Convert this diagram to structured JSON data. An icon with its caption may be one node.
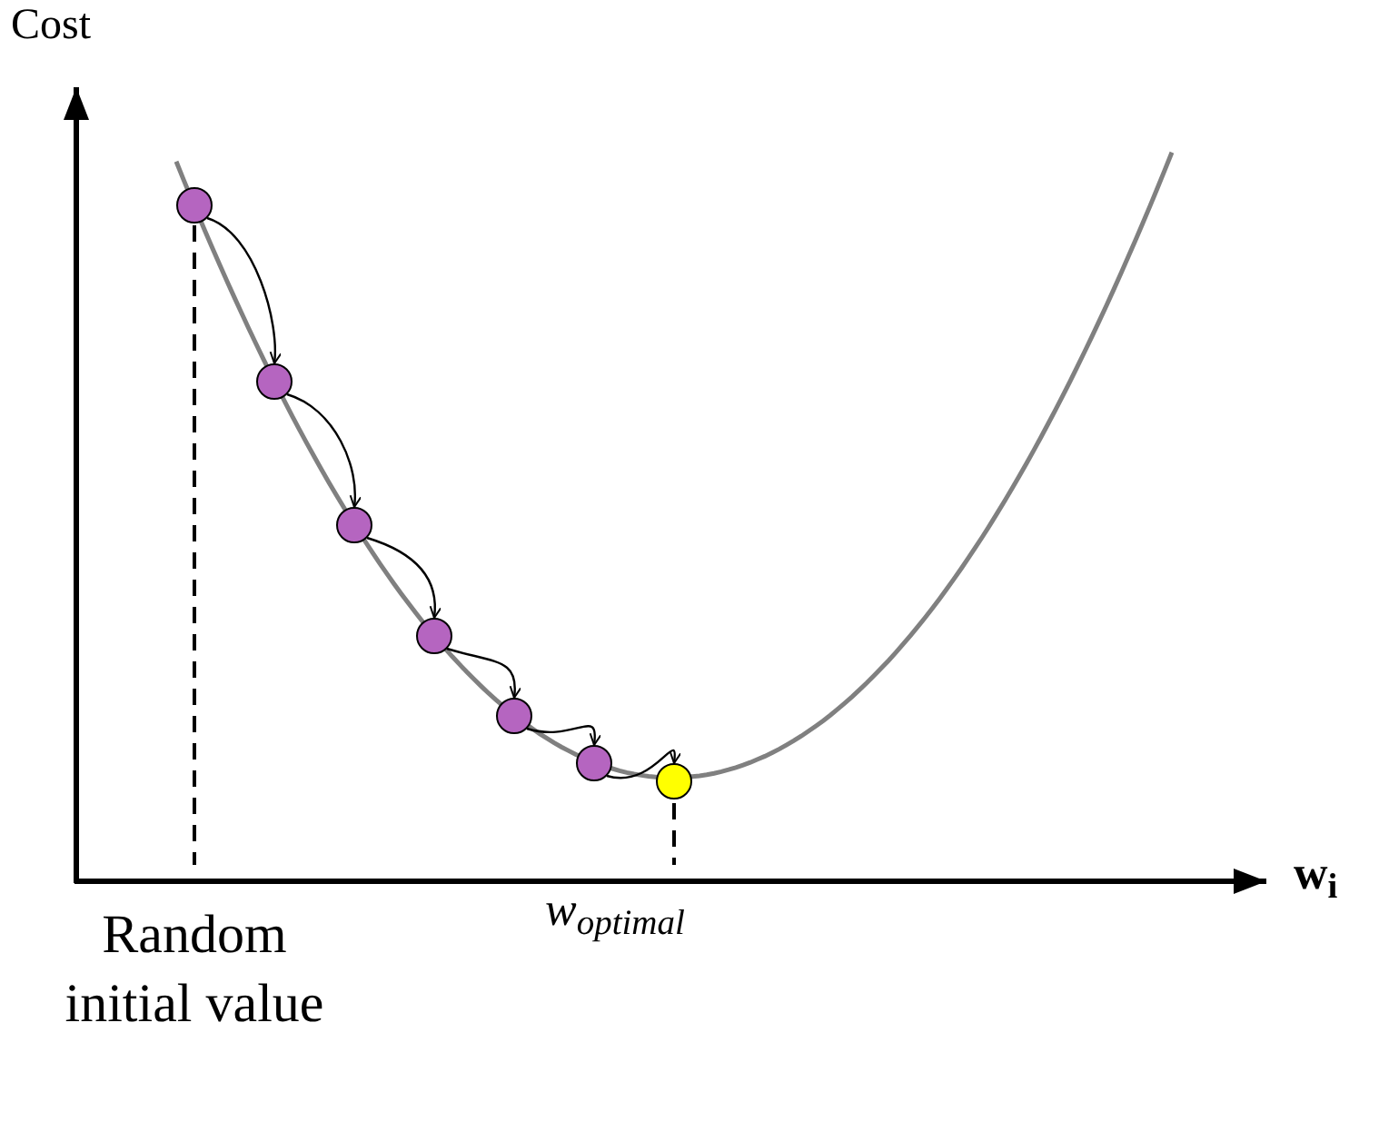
{
  "diagram": {
    "nodes": [
      {
        "text": [],
        "shape": "circle"
      },
      {
        "text": [],
        "shape": "circle"
      },
      {
        "text": [],
        "shape": "circle"
      },
      {
        "text": [],
        "shape": "circle"
      },
      {
        "text": [],
        "shape": "circle"
      },
      {
        "text": [],
        "shape": "circle"
      },
      {
        "text": [],
        "shape": "circle"
      }
    ],
    "edges": [
      {
        "from": 0,
        "to": 1,
        "arrow": "to"
      },
      {
        "from": 1,
        "to": 2,
        "arrow": "to"
      },
      {
        "from": 2,
        "to": 3,
        "arrow": "to"
      },
      {
        "from": 3,
        "to": 4,
        "arrow": "to"
      },
      {
        "from": 4,
        "to": 5,
        "arrow": "to"
      },
      {
        "from": 5,
        "to": 6,
        "arrow": "to"
      }
    ],
    "labels": [
      "Cost",
      "w$_{i}$",
      "Random initial value",
      "w$_{optimal}$"
    ]
  }
}
